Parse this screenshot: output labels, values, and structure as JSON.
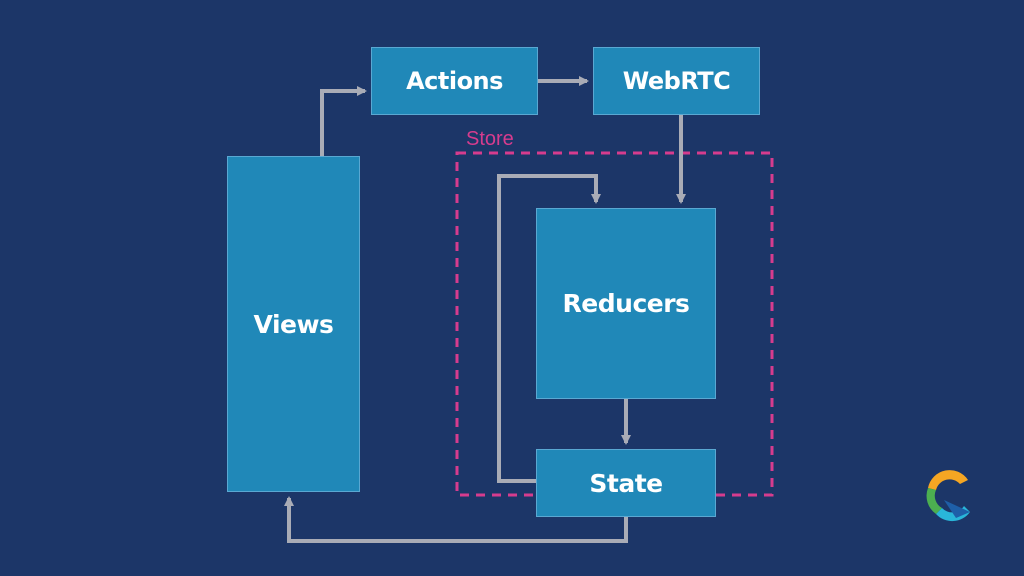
{
  "diagram": {
    "nodes": {
      "actions": "Actions",
      "webrtc": "WebRTC",
      "views": "Views",
      "reducers": "Reducers",
      "state": "State"
    },
    "store_label": "Store",
    "edges": [
      {
        "from": "Views",
        "to": "Actions"
      },
      {
        "from": "Actions",
        "to": "WebRTC"
      },
      {
        "from": "WebRTC",
        "to": "Reducers"
      },
      {
        "from": "Reducers",
        "to": "State"
      },
      {
        "from": "State",
        "to": "Reducers"
      },
      {
        "from": "State",
        "to": "Views"
      }
    ]
  },
  "colors": {
    "background": "#1c3668",
    "box_fill": "#2088b8",
    "arrow": "#a9acb6",
    "store_border": "#d63c8e",
    "logo": [
      "#f5a623",
      "#4caf50",
      "#29b6d9",
      "#1e5fa8"
    ]
  },
  "logo": {
    "icon": "brand-c-icon"
  }
}
